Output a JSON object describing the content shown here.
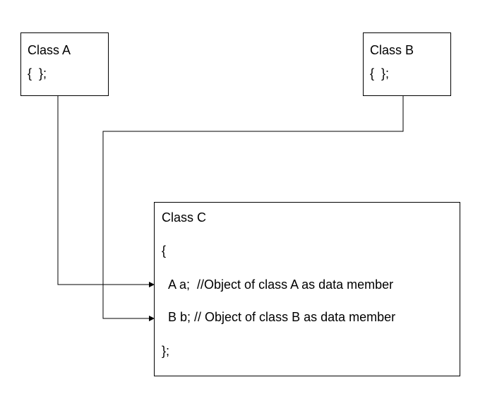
{
  "class_a": {
    "title": "Class A",
    "body": "{  };"
  },
  "class_b": {
    "title": "Class B",
    "body": "{  };"
  },
  "class_c": {
    "title": "Class C",
    "open_brace": "{",
    "member_a": "A a;  //Object of class A as data member",
    "member_b": "B b; // Object of class B as data member",
    "close_brace": "};"
  }
}
